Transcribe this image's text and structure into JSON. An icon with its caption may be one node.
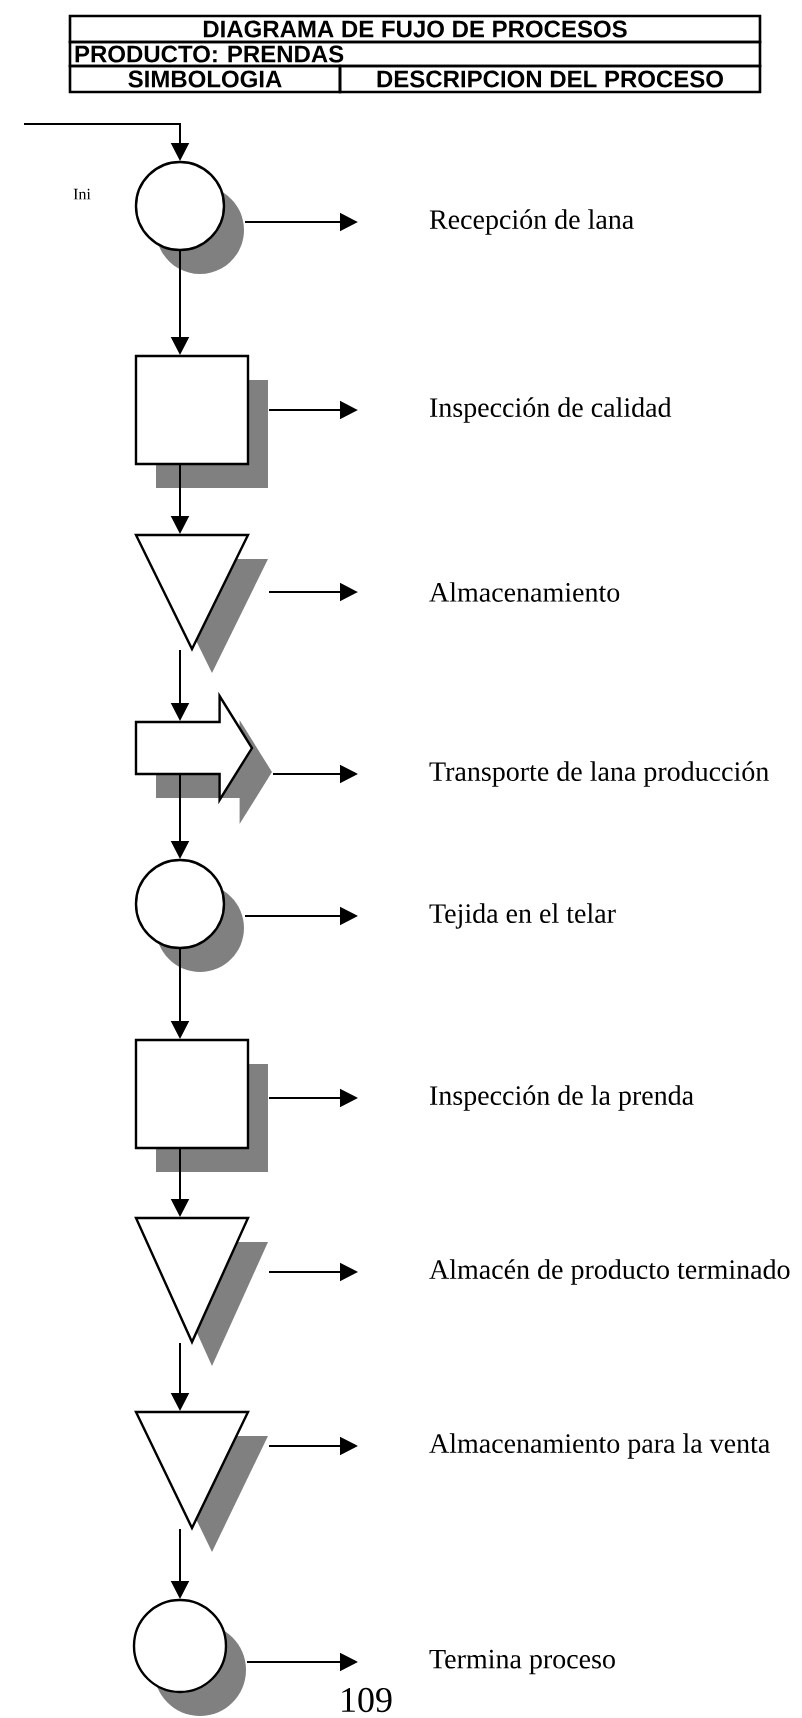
{
  "diagram": {
    "title": "DIAGRAMA DE FUJO DE PROCESOS",
    "nodes": [
      {
        "text": [],
        "shape": "circle"
      },
      {
        "text": [
          "Recepción de lana"
        ]
      },
      {
        "text": [],
        "shape": "box"
      },
      {
        "text": [
          "Inspección de calidad"
        ]
      },
      {
        "text": [],
        "shape": "triangle"
      },
      {
        "text": [
          "Almacenamiento"
        ]
      },
      {
        "text": [],
        "shape": "arrow"
      },
      {
        "text": [
          "Transporte de lana producción"
        ]
      },
      {
        "text": [],
        "shape": "circle"
      },
      {
        "text": [
          "Tejida en el telar"
        ]
      },
      {
        "text": [],
        "shape": "box"
      },
      {
        "text": [
          "Inspección de la prenda"
        ]
      },
      {
        "text": [],
        "shape": "triangle"
      },
      {
        "text": [
          "Almacén de producto terminado"
        ]
      },
      {
        "text": [],
        "shape": "triangle"
      },
      {
        "text": [
          "Almacenamiento para la venta"
        ]
      },
      {
        "text": [],
        "shape": "circle"
      },
      {
        "text": [
          "Termina proceso"
        ]
      }
    ],
    "edges": [
      {
        "from": null,
        "to": 0,
        "arrow": "to"
      },
      {
        "from": 0,
        "to": 1,
        "arrow": "to"
      },
      {
        "from": 0,
        "to": 2,
        "arrow": "to"
      },
      {
        "from": 2,
        "to": 3,
        "arrow": "to"
      },
      {
        "from": 2,
        "to": 4,
        "arrow": "to"
      },
      {
        "from": 4,
        "to": 5,
        "arrow": "to"
      },
      {
        "from": 4,
        "to": 6,
        "arrow": "to"
      },
      {
        "from": 6,
        "to": 7,
        "arrow": "to"
      },
      {
        "from": 6,
        "to": 8,
        "arrow": "to"
      },
      {
        "from": 8,
        "to": 9,
        "arrow": "to"
      },
      {
        "from": 8,
        "to": 10,
        "arrow": "to"
      },
      {
        "from": 10,
        "to": 11,
        "arrow": "to"
      },
      {
        "from": 10,
        "to": 12,
        "arrow": "to"
      },
      {
        "from": 12,
        "to": 13,
        "arrow": "to"
      },
      {
        "from": 12,
        "to": 14,
        "arrow": "to"
      },
      {
        "from": 14,
        "to": 15,
        "arrow": "to"
      },
      {
        "from": 14,
        "to": 16,
        "arrow": "to"
      },
      {
        "from": 16,
        "to": 17,
        "arrow": "to"
      }
    ],
    "labels": [
      "PRODUCTO: PRENDAS",
      "SIMBOLOGIA",
      "DESCRIPCION DEL PROCESO",
      "Ini",
      "109"
    ]
  }
}
